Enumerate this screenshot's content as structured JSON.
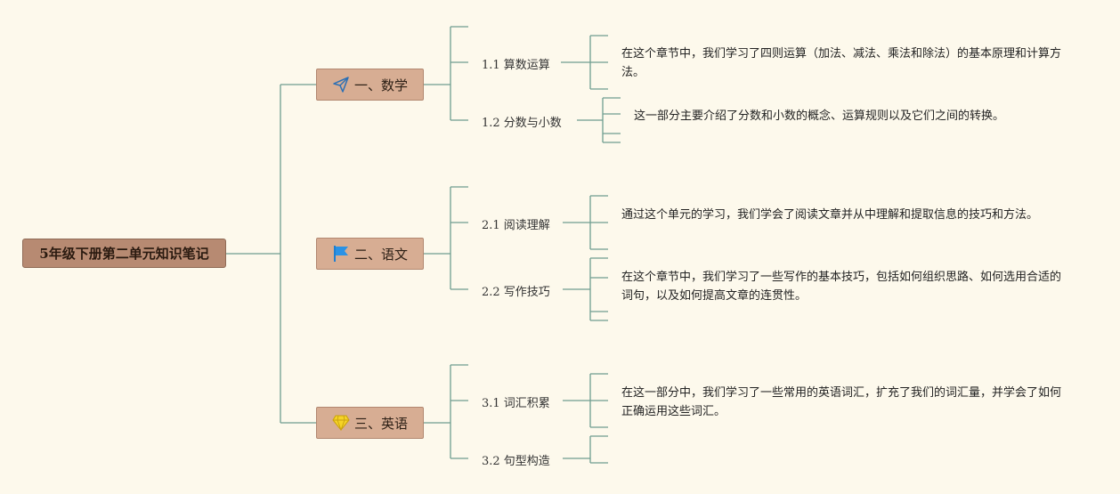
{
  "root": {
    "label": "5年级下册第二单元知识笔记"
  },
  "branches": [
    {
      "label": "一、数学",
      "icon": "paper-plane-icon",
      "subs": [
        {
          "label": "1.1 算数运算",
          "note": "在这个章节中，我们学习了四则运算（加法、减法、乘法和除法）的基本原理和计算方法。"
        },
        {
          "label": "1.2 分数与小数",
          "note": "这一部分主要介绍了分数和小数的概念、运算规则以及它们之间的转换。"
        }
      ]
    },
    {
      "label": "二、语文",
      "icon": "flag-icon",
      "subs": [
        {
          "label": "2.1 阅读理解",
          "note": "通过这个单元的学习，我们学会了阅读文章并从中理解和提取信息的技巧和方法。"
        },
        {
          "label": "2.2 写作技巧",
          "note": "在这个章节中，我们学习了一些写作的基本技巧，包括如何组织思路、如何选用合适的词句，以及如何提高文章的连贯性。"
        }
      ]
    },
    {
      "label": "三、英语",
      "icon": "diamond-icon",
      "subs": [
        {
          "label": "3.1 词汇积累",
          "note": "在这一部分中，我们学习了一些常用的英语词汇，扩充了我们的词汇量，并学会了如何正确运用这些词汇。"
        },
        {
          "label": "3.2 句型构造",
          "note": ""
        }
      ]
    }
  ],
  "colors": {
    "line": "#6f9d90",
    "root_fill": "#b78a72",
    "branch_fill": "#d7ad93",
    "background": "#fdf9ec"
  }
}
